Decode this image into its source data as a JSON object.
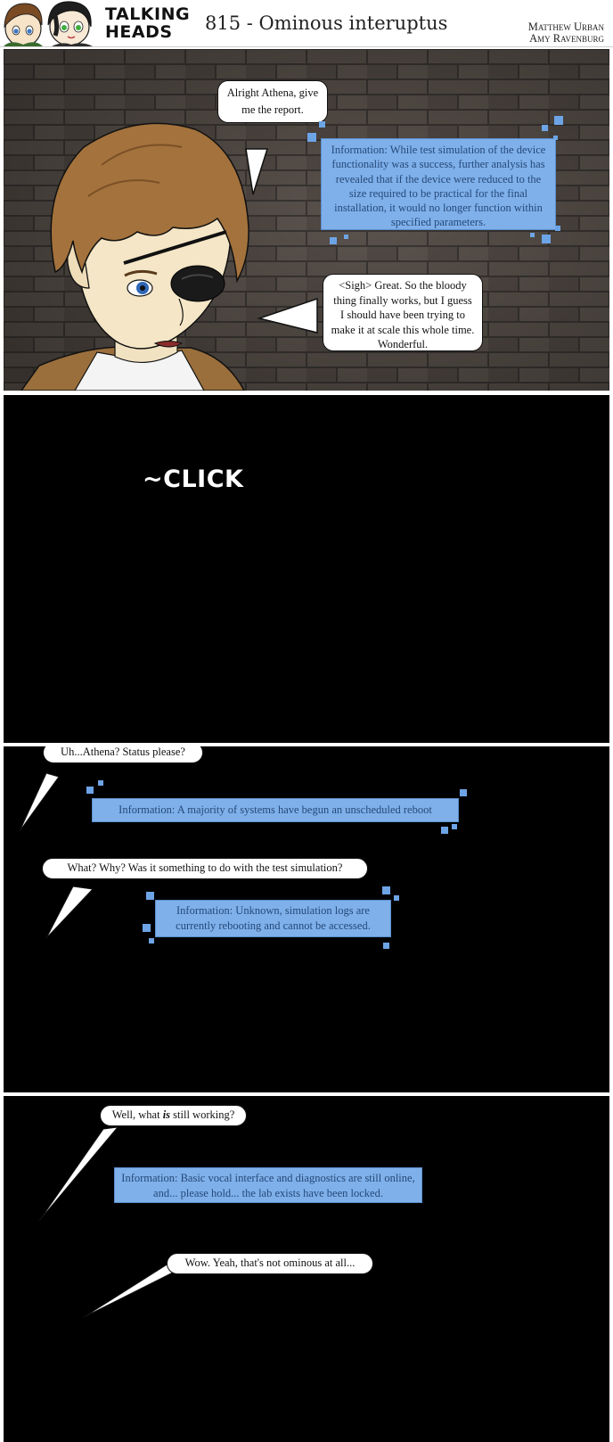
{
  "header": {
    "logo_line1": "TALKING",
    "logo_line2": "HEADS",
    "title": "815 - Ominous interuptus",
    "author1": "Matthew Urban",
    "author2": "Amy Ravenburg"
  },
  "panel1": {
    "bubble_top": "Alright Athena, give me the  report.",
    "info": "Information: While test simulation of the device functionality was a success, further analysis has revealed that if the device were reduced to the size required to be practical for the final installation, it would no longer function within specified parameters.",
    "bubble_bottom": "<Sigh> Great. So the bloody thing finally works, but I guess I should have been trying to make it at scale this whole time. Wonderful."
  },
  "panel2": {
    "sound": "~CLICK"
  },
  "panel3": {
    "bubble1": "Uh...Athena? Status please?",
    "info1": "Information: A majority of systems have begun an unscheduled reboot",
    "bubble2": "What? Why? Was it something to do with the test simulation?",
    "info2": "Information: Unknown, simulation logs are currently rebooting and cannot be accessed."
  },
  "panel4": {
    "bubble1_pre": "Well, what ",
    "bubble1_em": "is",
    "bubble1_post": " still working?",
    "info": "Information: Basic vocal interface and diagnostics are still online, and... please hold... the lab exists have been locked.",
    "bubble2": "Wow. Yeah, that's not ominous at all..."
  },
  "colors": {
    "info_fill": "#7fb0e9",
    "info_text": "#25497a",
    "panel_black": "#000000",
    "brick_wall": "#4a4541"
  }
}
